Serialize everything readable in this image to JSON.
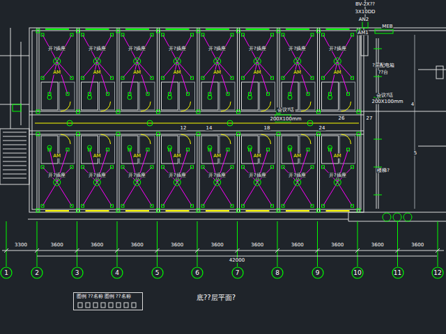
{
  "diagram": {
    "title": "底??层平面?",
    "nodes": [
      {
        "text": [
          "1"
        ]
      },
      {
        "text": [
          "2"
        ]
      },
      {
        "text": [
          "3"
        ]
      },
      {
        "text": [
          "4"
        ]
      },
      {
        "text": [
          "5"
        ]
      },
      {
        "text": [
          "6"
        ]
      },
      {
        "text": [
          "7"
        ]
      },
      {
        "text": [
          "8"
        ]
      },
      {
        "text": [
          "9"
        ]
      },
      {
        "text": [
          "10"
        ]
      },
      {
        "text": [
          "11"
        ]
      },
      {
        "text": [
          "12"
        ]
      },
      {
        "text": [
          "图例 ??名称 图例 ??名称"
        ]
      }
    ],
    "edges": [],
    "labels": [
      "3300",
      "3600",
      "3600",
      "3600",
      "3600",
      "3600",
      "3600",
      "3600",
      "3600",
      "3600",
      "3600",
      "42000",
      "BV-2X??",
      "3X10DD",
      "AN2",
      "AM1",
      "MEB",
      "?层配电箱",
      "??台",
      "会议?话",
      "200X100mm",
      "会议?话",
      "200X100mm",
      "楼梯?",
      "开?插座",
      "开?插座",
      "开?插座",
      "开?插座",
      "开?插座",
      "开?插座",
      "开?插座",
      "开?插座",
      "开?插座",
      "开?插座",
      "开?插座",
      "开?插座",
      "开?插座",
      "开?插座",
      "开?插座",
      "开?插座",
      "AM",
      "AM",
      "AM",
      "AM",
      "AM",
      "AM",
      "AM",
      "AM",
      "AM",
      "AM",
      "AM",
      "AM",
      "AM",
      "AM",
      "AM",
      "AM",
      "12",
      "14",
      "18",
      "24",
      "26",
      "27",
      "4",
      "5"
    ]
  }
}
